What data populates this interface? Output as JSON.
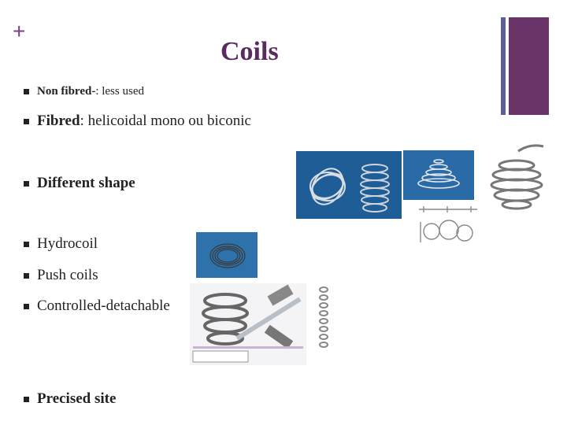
{
  "slide": {
    "plus_sign": "+",
    "title": "Coils"
  },
  "bullets": [
    {
      "bold": "Non fibred-",
      "rest": ": less used"
    },
    {
      "bold": "Fibred",
      "rest": " : helicoidal mono ou biconic"
    },
    {
      "bold": "Different shape",
      "rest": ""
    },
    {
      "bold": "",
      "rest": "Hydrocoil"
    },
    {
      "bold": "",
      "rest": "Push coils"
    },
    {
      "bold": "",
      "rest": "Controlled-detachable"
    },
    {
      "bold": "Precised site",
      "rest": ""
    }
  ],
  "colors": {
    "title": "#5a2b5e",
    "accent_bar_thin": "#5e5e9a",
    "accent_bar_thick": "#6a3468",
    "image_background": "#1f5d97"
  },
  "images": [
    {
      "name": "fibred-coils-photo"
    },
    {
      "name": "conical-coil-photo"
    },
    {
      "name": "spherical-coil-drawing"
    },
    {
      "name": "coil-shapes-diagram"
    },
    {
      "name": "hydrocoil-photo"
    },
    {
      "name": "detachable-coil-photo"
    },
    {
      "name": "coil-strand-photo"
    }
  ]
}
